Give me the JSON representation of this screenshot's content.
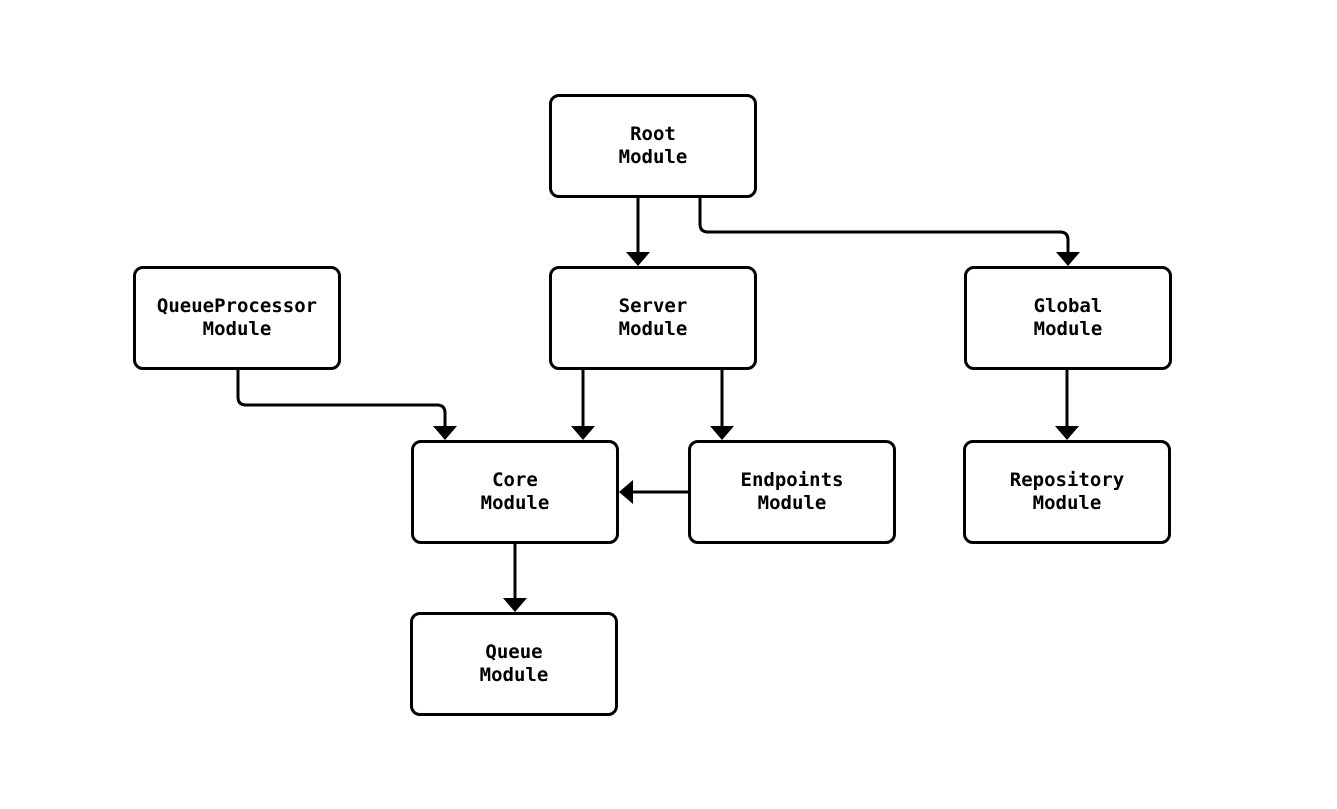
{
  "diagram": {
    "type": "module-dependency-graph",
    "colors": {
      "background": "#ffffff",
      "node_fill": "#ffffff",
      "node_border": "#000000",
      "edge": "#000000",
      "text": "#000000"
    },
    "nodes": {
      "root": {
        "line1": "Root",
        "line2": "Module"
      },
      "queue_processor": {
        "line1": "QueueProcessor",
        "line2": "Module"
      },
      "server": {
        "line1": "Server",
        "line2": "Module"
      },
      "global": {
        "line1": "Global",
        "line2": "Module"
      },
      "core": {
        "line1": "Core",
        "line2": "Module"
      },
      "endpoints": {
        "line1": "Endpoints",
        "line2": "Module"
      },
      "repository": {
        "line1": "Repository",
        "line2": "Module"
      },
      "queue": {
        "line1": "Queue",
        "line2": "Module"
      }
    },
    "edges": [
      {
        "from": "Root Module",
        "to": "Server Module"
      },
      {
        "from": "Root Module",
        "to": "Global Module"
      },
      {
        "from": "QueueProcessor Module",
        "to": "Core Module"
      },
      {
        "from": "Server Module",
        "to": "Core Module"
      },
      {
        "from": "Server Module",
        "to": "Endpoints Module"
      },
      {
        "from": "Endpoints Module",
        "to": "Core Module"
      },
      {
        "from": "Global Module",
        "to": "Repository Module"
      },
      {
        "from": "Core Module",
        "to": "Queue Module"
      }
    ]
  }
}
